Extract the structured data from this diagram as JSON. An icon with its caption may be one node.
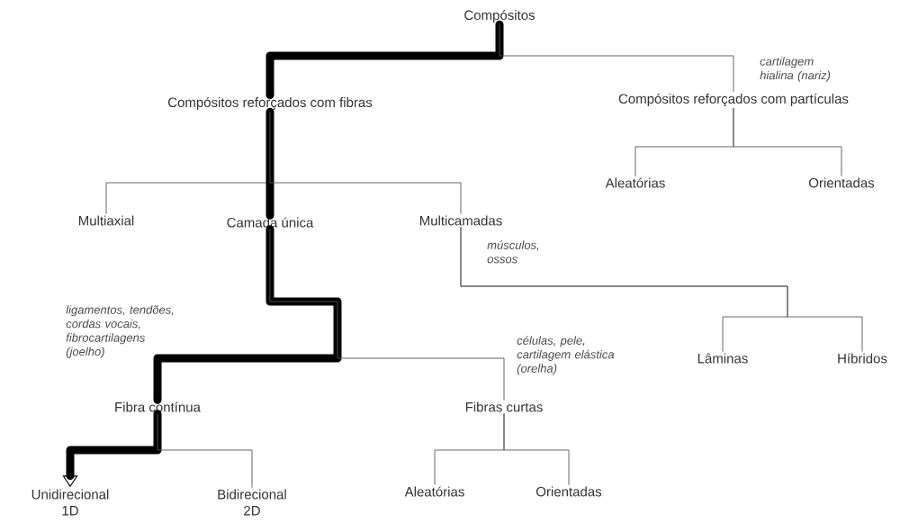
{
  "diagram": {
    "nodes": [
      {
        "text": [
          "Compósitos"
        ]
      },
      {
        "text": [
          "Compósitos reforçados com fibras"
        ]
      },
      {
        "text": [
          "Compósitos reforçados com partículas"
        ],
        "beside": [
          "cartilagem hialina (nariz)"
        ]
      },
      {
        "text": [
          "Aleatórias"
        ]
      },
      {
        "text": [
          "Orientadas"
        ]
      },
      {
        "text": [
          "Multiaxial"
        ]
      },
      {
        "text": [
          "Camada única"
        ]
      },
      {
        "text": [
          "Multicamadas"
        ],
        "beside": [
          "músculos, ossos"
        ]
      },
      {
        "text": [
          "Lâminas"
        ]
      },
      {
        "text": [
          "Híbridos"
        ]
      },
      {
        "text": [
          "Fibra contínua"
        ],
        "beside": [
          "ligamentos, tendões, cordas vocais, fibrocartilagens (joelho)"
        ]
      },
      {
        "text": [
          "Fibras curtas"
        ],
        "beside": [
          "células, pele, cartilagem elástica (orelha)"
        ]
      },
      {
        "text": [
          "Unidirecional 1D"
        ]
      },
      {
        "text": [
          "Bidirecional 2D"
        ]
      },
      {
        "text": [
          "Aleatórias"
        ]
      },
      {
        "text": [
          "Orientadas"
        ]
      }
    ],
    "edges": [
      {
        "from": 0,
        "to": 1,
        "arrow": "none",
        "style": "thick",
        "color": "#000000"
      },
      {
        "from": 0,
        "to": 2,
        "arrow": "none"
      },
      {
        "from": 2,
        "to": 3,
        "arrow": "none"
      },
      {
        "from": 2,
        "to": 4,
        "arrow": "none"
      },
      {
        "from": 1,
        "to": 5,
        "arrow": "none"
      },
      {
        "from": 1,
        "to": 6,
        "arrow": "none",
        "style": "thick",
        "color": "#000000"
      },
      {
        "from": 1,
        "to": 7,
        "arrow": "none"
      },
      {
        "from": 7,
        "to": 8,
        "arrow": "none"
      },
      {
        "from": 7,
        "to": 9,
        "arrow": "none"
      },
      {
        "from": 6,
        "to": 10,
        "arrow": "none",
        "style": "thick",
        "color": "#000000"
      },
      {
        "from": 6,
        "to": 11,
        "arrow": "none"
      },
      {
        "from": 10,
        "to": 12,
        "arrow": "to",
        "style": "thick",
        "color": "#000000"
      },
      {
        "from": 10,
        "to": 13,
        "arrow": "none"
      },
      {
        "from": 11,
        "to": 14,
        "arrow": "none"
      },
      {
        "from": 11,
        "to": 15,
        "arrow": "none"
      }
    ]
  }
}
